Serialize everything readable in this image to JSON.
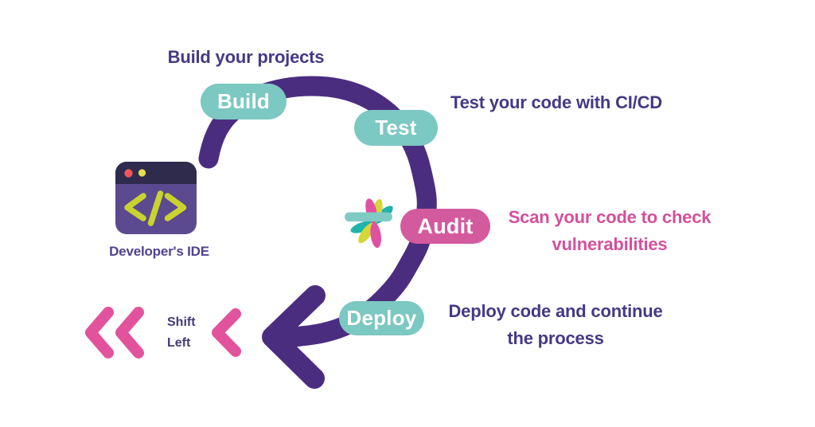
{
  "colors": {
    "teal_pill": "#7CC8C2",
    "pink_pill": "#D45A9E",
    "purple_arrow": "#4B2D80",
    "purple_heading": "#473885",
    "pink_heading": "#D4509B",
    "chevron_pink": "#E2539E",
    "ide_window_body": "#5B4A8F",
    "ide_window_bar": "#2E2B4D",
    "ide_dot_red": "#F0545C",
    "ide_dot_yellow": "#E5DF4E",
    "code_lime": "#C9D32F",
    "logo_teal_bar": "#7FCAC4",
    "logo_petal_pink": "#E0529F",
    "logo_petal_yellow": "#D3D836",
    "logo_petal_teal": "#1FB3AE"
  },
  "pills": {
    "build": "Build",
    "test": "Test",
    "audit": "Audit",
    "deploy": "Deploy"
  },
  "annotations": {
    "build": "Build your projects",
    "test": "Test your code with CI/CD",
    "audit_line1": "Scan your code to check",
    "audit_line2": "vulnerabilities",
    "deploy_line1": "Deploy code and continue",
    "deploy_line2": "the process"
  },
  "ide": {
    "label": "Developer's IDE"
  },
  "shift_left": {
    "line1": "Shift",
    "line2": "Left"
  },
  "icons": {
    "cycle_arrow": "circular-arrow",
    "arrowhead": "arrow-left",
    "chevrons": "double-chevron-left",
    "ide": "code-editor-window",
    "logo": "petal-flower-logo"
  }
}
